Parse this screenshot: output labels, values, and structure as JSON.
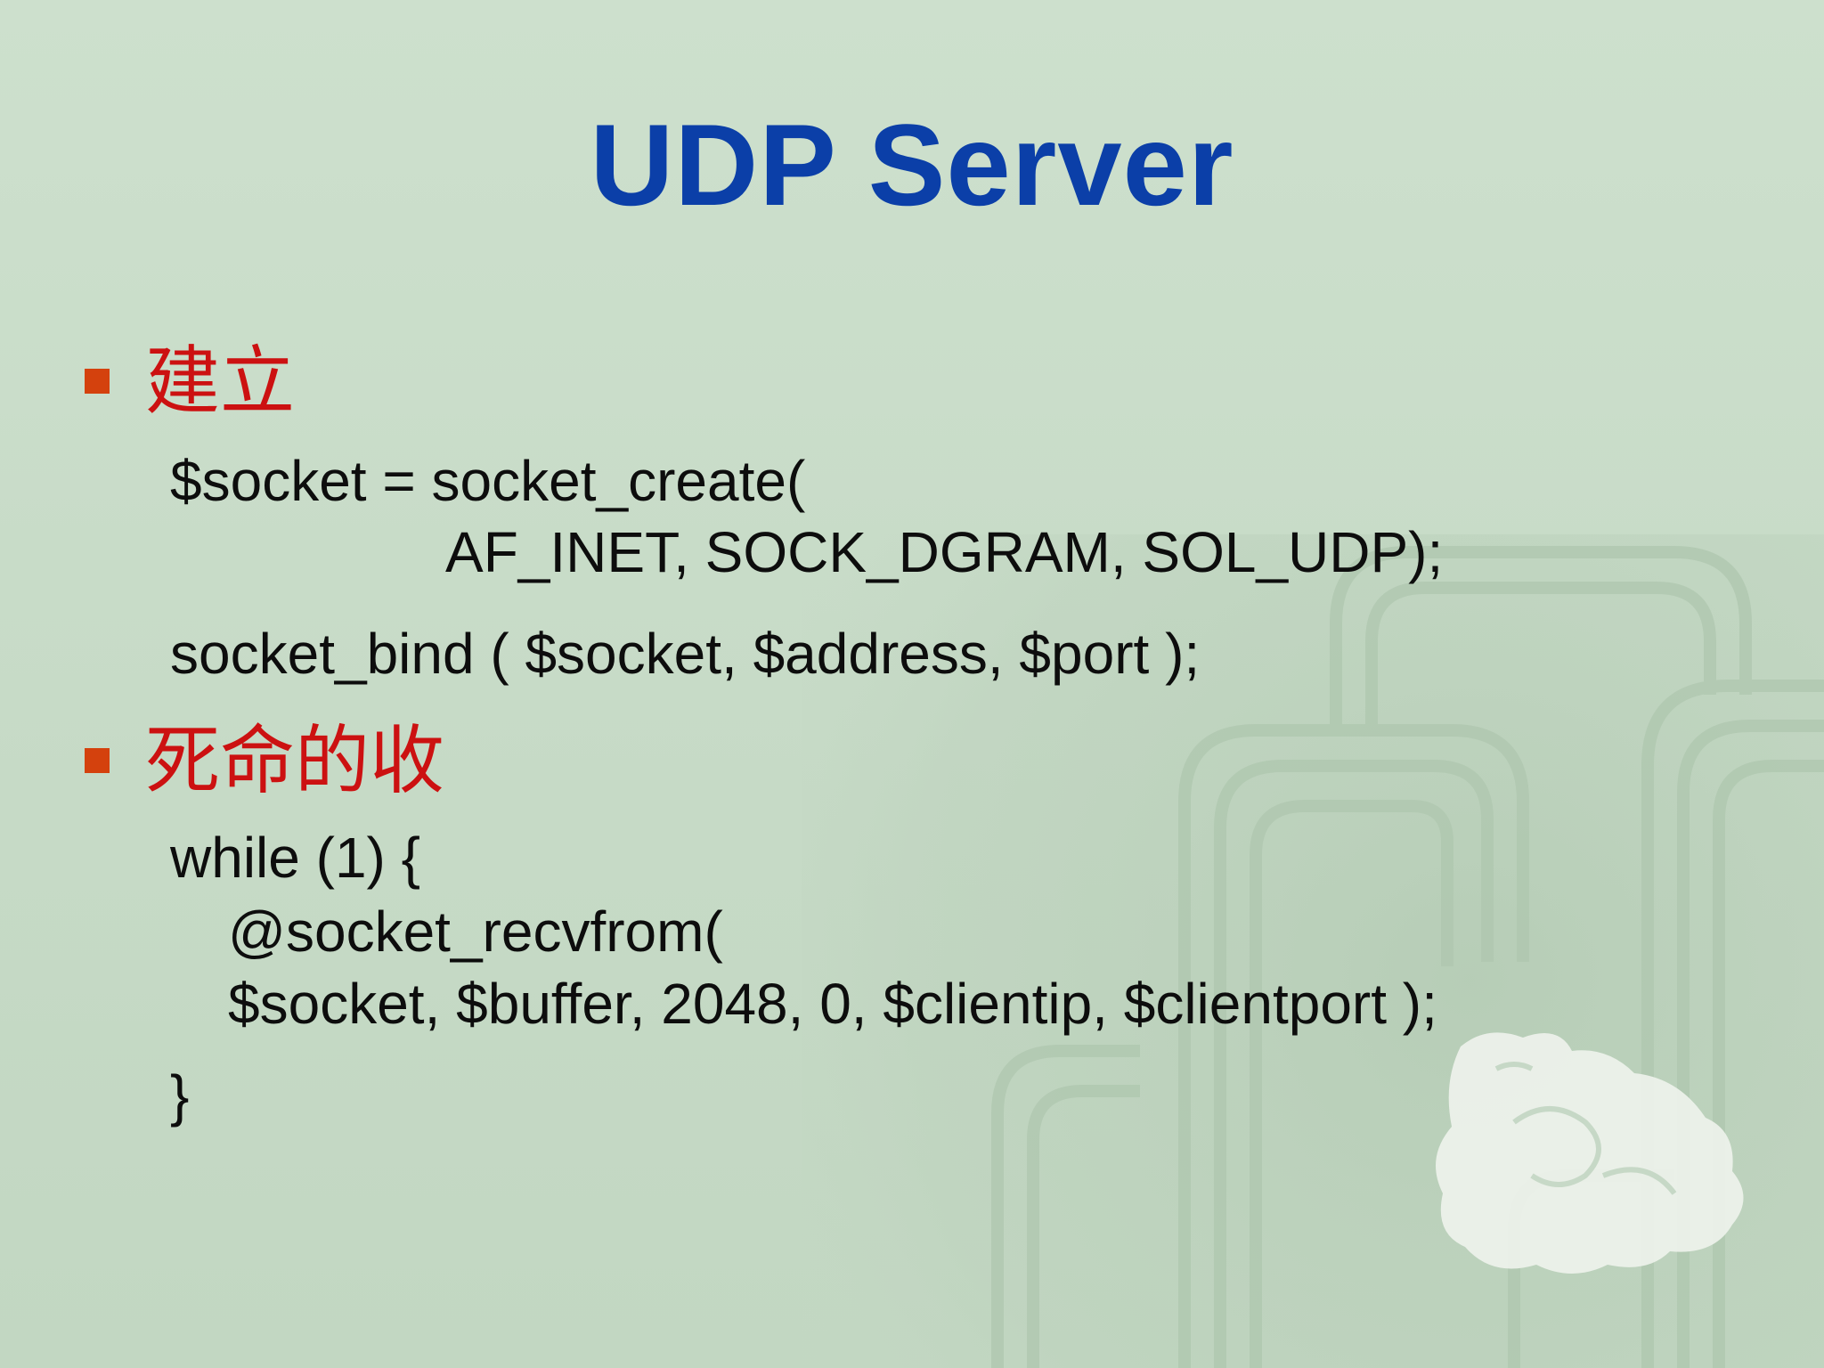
{
  "slide": {
    "title": "UDP Server",
    "sections": [
      {
        "heading": "建立",
        "code_lines": [
          "$socket = socket_create(",
          "AF_INET, SOCK_DGRAM, SOL_UDP);",
          "socket_bind ( $socket, $address, $port );"
        ]
      },
      {
        "heading": "死命的收",
        "code_lines": [
          "while (1) {",
          "@socket_recvfrom(",
          "$socket, $buffer, 2048, 0, $clientip, $clientport );",
          "}"
        ]
      }
    ]
  },
  "colors": {
    "background": "#c9dcc9",
    "title": "#0b3fa8",
    "heading": "#cc1111",
    "bullet": "#d4410d",
    "code": "#0d0d0d"
  },
  "icons": {
    "bullet": "square-bullet-icon",
    "decoration": "jade-dragon-ornament"
  }
}
